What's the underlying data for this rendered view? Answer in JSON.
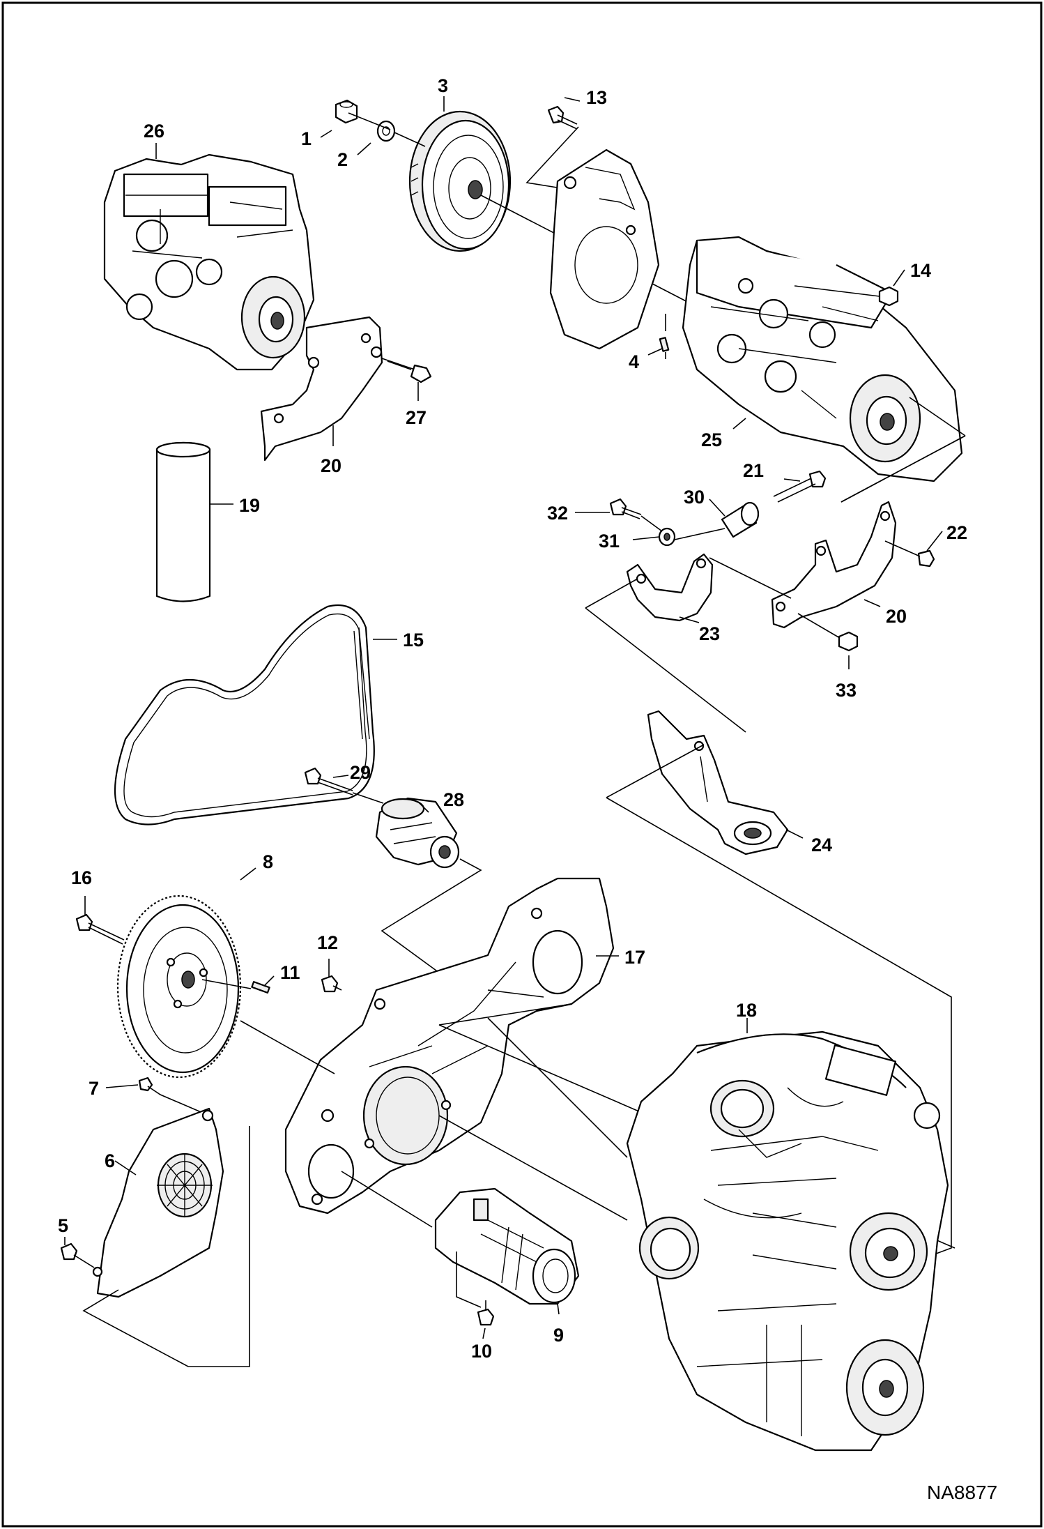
{
  "callouts": [
    {
      "id": "1",
      "label": "1"
    },
    {
      "id": "2",
      "label": "2"
    },
    {
      "id": "3",
      "label": "3"
    },
    {
      "id": "4",
      "label": "4"
    },
    {
      "id": "5",
      "label": "5"
    },
    {
      "id": "6",
      "label": "6"
    },
    {
      "id": "7",
      "label": "7"
    },
    {
      "id": "8",
      "label": "8"
    },
    {
      "id": "9",
      "label": "9"
    },
    {
      "id": "10",
      "label": "10"
    },
    {
      "id": "11",
      "label": "11"
    },
    {
      "id": "12",
      "label": "12"
    },
    {
      "id": "13",
      "label": "13"
    },
    {
      "id": "14",
      "label": "14"
    },
    {
      "id": "15",
      "label": "15"
    },
    {
      "id": "16",
      "label": "16"
    },
    {
      "id": "17",
      "label": "17"
    },
    {
      "id": "18",
      "label": "18"
    },
    {
      "id": "19",
      "label": "19"
    },
    {
      "id": "20a",
      "label": "20"
    },
    {
      "id": "20b",
      "label": "20"
    },
    {
      "id": "21",
      "label": "21"
    },
    {
      "id": "22",
      "label": "22"
    },
    {
      "id": "23",
      "label": "23"
    },
    {
      "id": "24",
      "label": "24"
    },
    {
      "id": "25",
      "label": "25"
    },
    {
      "id": "26",
      "label": "26"
    },
    {
      "id": "27",
      "label": "27"
    },
    {
      "id": "28",
      "label": "28"
    },
    {
      "id": "29",
      "label": "29"
    },
    {
      "id": "30",
      "label": "30"
    },
    {
      "id": "31",
      "label": "31"
    },
    {
      "id": "32",
      "label": "32"
    },
    {
      "id": "33",
      "label": "33"
    }
  ],
  "drawing_code": "NA8877"
}
